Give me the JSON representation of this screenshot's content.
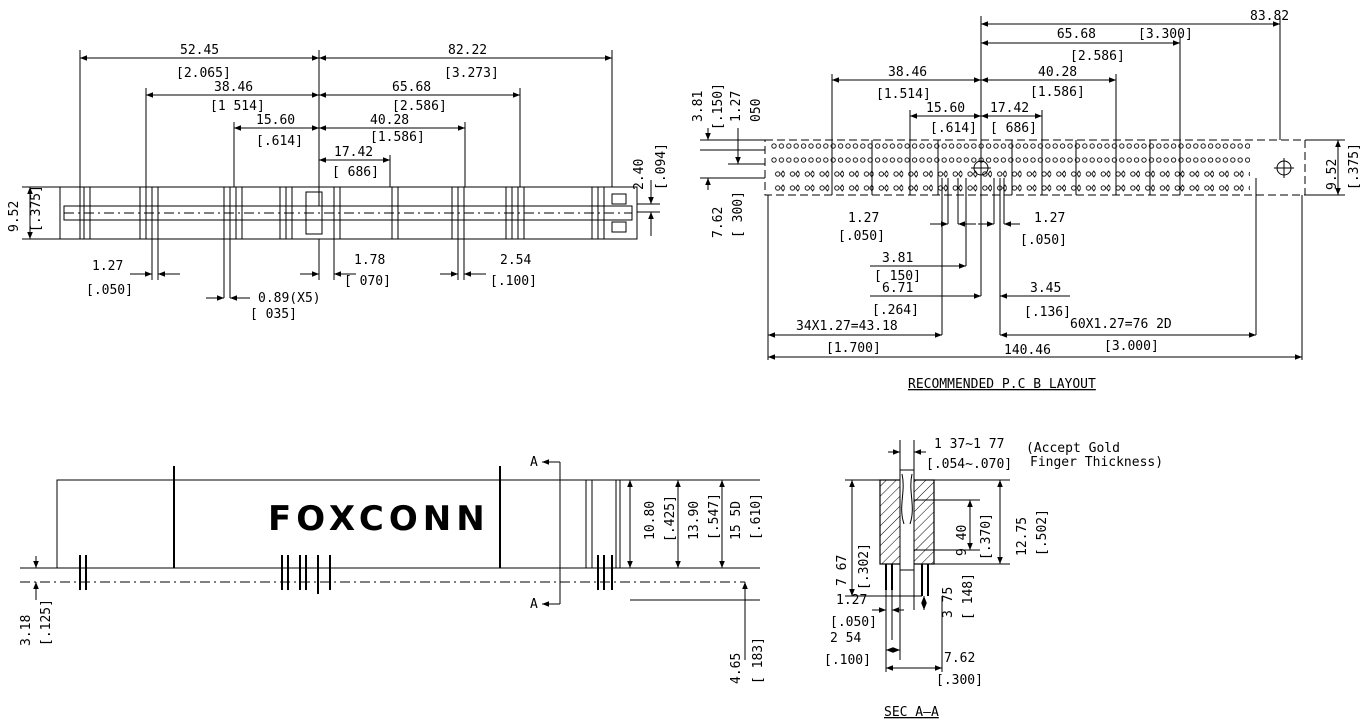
{
  "top_view": {
    "dims": [
      {
        "v": "52.45",
        "i": "[2.065]"
      },
      {
        "v": "82.22",
        "i": "[3.273]"
      },
      {
        "v": "38.46",
        "i": "[1 514]"
      },
      {
        "v": "65.68",
        "i": "[2.586]"
      },
      {
        "v": "15.60",
        "i": "[.614]"
      },
      {
        "v": "40.28",
        "i": "[1.586]"
      },
      {
        "v": "17.42",
        "i": "[ 686]"
      },
      {
        "v": "9.52",
        "i": "[.375]"
      },
      {
        "v": "2.40",
        "i": "[.094]"
      },
      {
        "v": "1.27",
        "i": "[.050]"
      },
      {
        "v": "1.78",
        "i": "[ 070]"
      },
      {
        "v": "2.54",
        "i": "[.100]"
      },
      {
        "v": "0.89(X5)",
        "i": "[ 035]"
      }
    ]
  },
  "pcb_layout": {
    "caption": "RECOMMENDED P.C B LAYOUT",
    "dims": [
      {
        "v": "83.82",
        "i": "[3.300]"
      },
      {
        "v": "65.68",
        "i": "[2.586]"
      },
      {
        "v": "38.46",
        "i": "[1.514]"
      },
      {
        "v": "40.28",
        "i": "[1.586]"
      },
      {
        "v": "15.60",
        "i": "[.614]"
      },
      {
        "v": "17.42",
        "i": "[ 686]"
      },
      {
        "v": "3.81",
        "i": "[.150]"
      },
      {
        "v": "1.27",
        "i": "050"
      },
      {
        "v": "9.52",
        "i": "[.375]"
      },
      {
        "v": "7.62",
        "i": "[ 300]"
      },
      {
        "v": "1.27",
        "i": "[.050]"
      },
      {
        "v": "1.27",
        "i": "[.050]"
      },
      {
        "v": "3.81",
        "i": "[ 150]"
      },
      {
        "v": "6.71",
        "i": "[.264]"
      },
      {
        "v": "3.45",
        "i": "[.136]"
      },
      {
        "v": "34X1.27=43.18",
        "i": "[1.700]"
      },
      {
        "v": "60X1.27=76 2D",
        "i": "[3.000]"
      },
      {
        "v": "140.46",
        "i": ""
      }
    ]
  },
  "side_view": {
    "brand": "FOXCONN",
    "section_mark": "A",
    "dims": [
      {
        "v": "10.80",
        "i": "[.425]"
      },
      {
        "v": "13.90",
        "i": "[.547]"
      },
      {
        "v": "15 5D",
        "i": "[.610]"
      },
      {
        "v": "3.18",
        "i": "[.125]"
      },
      {
        "v": "4.65",
        "i": "[ 183]"
      }
    ]
  },
  "section_view": {
    "caption": "SEC A—A",
    "note_line1": "(Accept Gold",
    "note_line2": "Finger Thickness)",
    "dims": [
      {
        "v": "1 37~1 77",
        "i": "[.054~.070]"
      },
      {
        "v": "12.75",
        "i": "[.502]"
      },
      {
        "v": "9 40",
        "i": "[.370]"
      },
      {
        "v": "7 67",
        "i": "[.302]"
      },
      {
        "v": "3 75",
        "i": "[ 148]"
      },
      {
        "v": "1.27",
        "i": "[.050]"
      },
      {
        "v": "2 54",
        "i": "[.100]"
      },
      {
        "v": "7.62",
        "i": "[.300]"
      }
    ]
  }
}
